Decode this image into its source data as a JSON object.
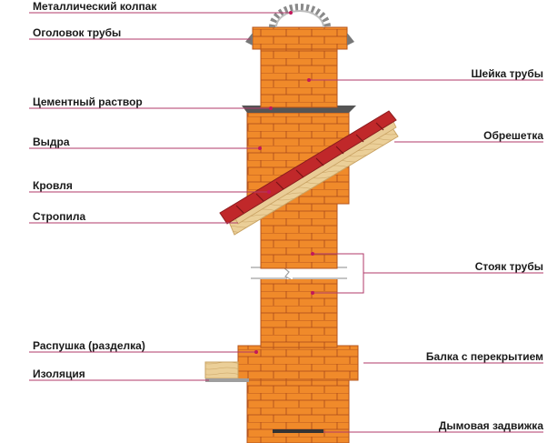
{
  "labels": {
    "metal_cap": "Металлический колпак",
    "chimney_head": "Оголовок трубы",
    "chimney_neck": "Шейка трубы",
    "cement_mortar": "Цементный раствор",
    "lathing": "Обрешетка",
    "otter": "Выдра",
    "roofing": "Кровля",
    "rafters": "Стропила",
    "chimney_riser": "Стояк трубы",
    "fluffing": "Распушка (разделка)",
    "floor_beam": "Балка с перекрытием",
    "insulation": "Изоляция",
    "smoke_damper": "Дымовая задвижка"
  },
  "colors": {
    "brick": "#f08a2a",
    "brick_dark": "#e07a1e",
    "mortar": "#a8481a",
    "cap_metal": "#8a8a8a",
    "roof_red": "#c0282a",
    "rafter_wood": "#e9cc96",
    "leader": "#b03a6a",
    "dot": "#c2185b"
  }
}
